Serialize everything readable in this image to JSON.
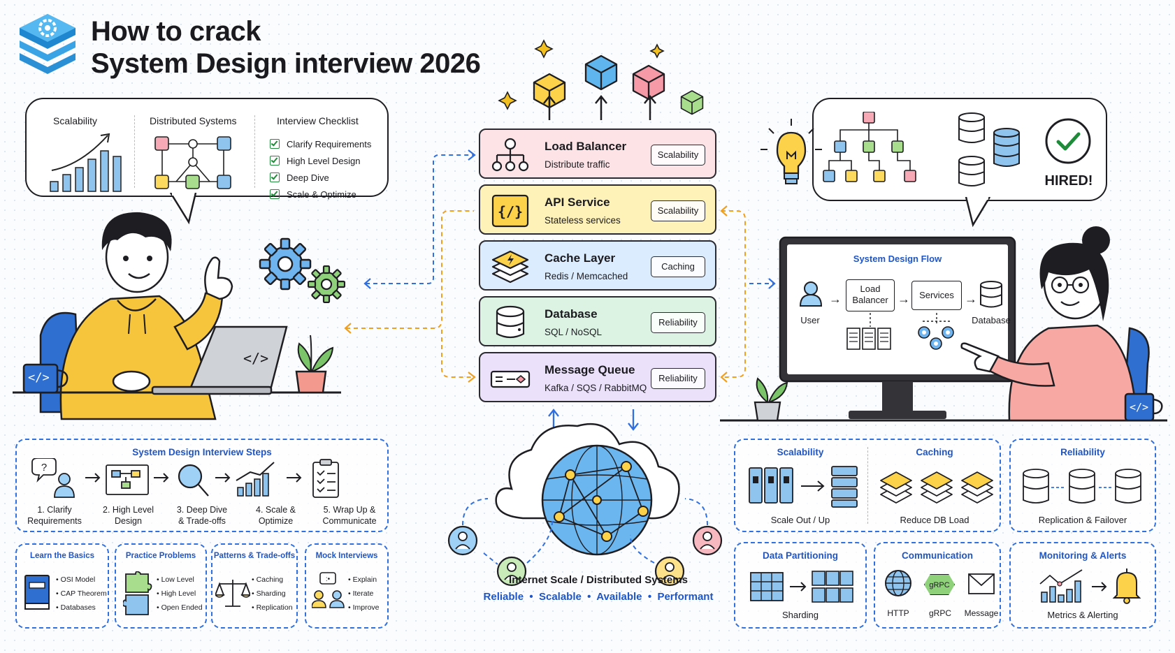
{
  "header": {
    "title_line1": "How to crack",
    "title_line2": "System Design interview 2026"
  },
  "left_bubble": {
    "col1_title": "Scalability",
    "col2_title": "Distributed Systems",
    "col3_title": "Interview Checklist",
    "checklist": [
      "Clarify Requirements",
      "High Level Design",
      "Deep Dive",
      "Scale & Optimize"
    ]
  },
  "services": [
    {
      "name": "Load Balancer",
      "sub": "Distribute traffic",
      "tag": "Scalability",
      "color": "#fde3e6"
    },
    {
      "name": "API Service",
      "sub": "Stateless services",
      "tag": "Scalability",
      "color": "#fff2b8"
    },
    {
      "name": "Cache Layer",
      "sub": "Redis / Memcached",
      "tag": "Caching",
      "color": "#dcecff"
    },
    {
      "name": "Database",
      "sub": "SQL / NoSQL",
      "tag": "Reliability",
      "color": "#dcf3e4"
    },
    {
      "name": "Message Queue",
      "sub": "Kafka / SQS / RabbitMQ",
      "tag": "Reliability",
      "color": "#ebe1fb"
    }
  ],
  "right_bubble": {
    "hired": "HIRED!"
  },
  "monitor": {
    "title": "System Design Flow",
    "user": "User",
    "lb_line1": "Load",
    "lb_line2": "Balancer",
    "services": "Services",
    "database": "Database"
  },
  "laptop_code": "</>",
  "mug_code": "</>",
  "steps_panel": {
    "title": "System Design Interview Steps",
    "steps": [
      {
        "l1": "1. Clarify",
        "l2": "Requirements"
      },
      {
        "l1": "2. High Level",
        "l2": "Design"
      },
      {
        "l1": "3. Deep Dive",
        "l2": "& Trade-offs"
      },
      {
        "l1": "4. Scale &",
        "l2": "Optimize"
      },
      {
        "l1": "5. Wrap Up &",
        "l2": "Communicate"
      }
    ]
  },
  "learn_panels": [
    {
      "title": "Learn the Basics",
      "items": [
        "• OSI Model",
        "• CAP Theorem",
        "• Databases"
      ]
    },
    {
      "title": "Practice Problems",
      "items": [
        "• Low Level",
        "• High Level",
        "• Open Ended"
      ]
    },
    {
      "title": "Patterns & Trade-offs",
      "items": [
        "• Caching",
        "• Sharding",
        "• Replication"
      ]
    },
    {
      "title": "Mock Interviews",
      "items": [
        "• Explain",
        "• Iterate",
        "• Improve"
      ]
    }
  ],
  "globe": {
    "caption": "Internet Scale / Distributed Systems",
    "tags": "Reliable  •  Scalable  •  Available  •  Performant"
  },
  "right_panels": {
    "scalability": {
      "title": "Scalability",
      "caption": "Scale Out / Up"
    },
    "caching": {
      "title": "Caching",
      "caption": "Reduce DB Load"
    },
    "reliability": {
      "title": "Reliability",
      "caption": "Replication & Failover"
    },
    "partitioning": {
      "title": "Data Partitioning",
      "caption": "Sharding"
    },
    "communication": {
      "title": "Communication",
      "http": "HTTP",
      "grpc": "gRPC",
      "grpc_badge": "gRPC",
      "message": "Message"
    },
    "monitoring": {
      "title": "Monitoring & Alerts",
      "caption": "Metrics & Alerting"
    }
  }
}
